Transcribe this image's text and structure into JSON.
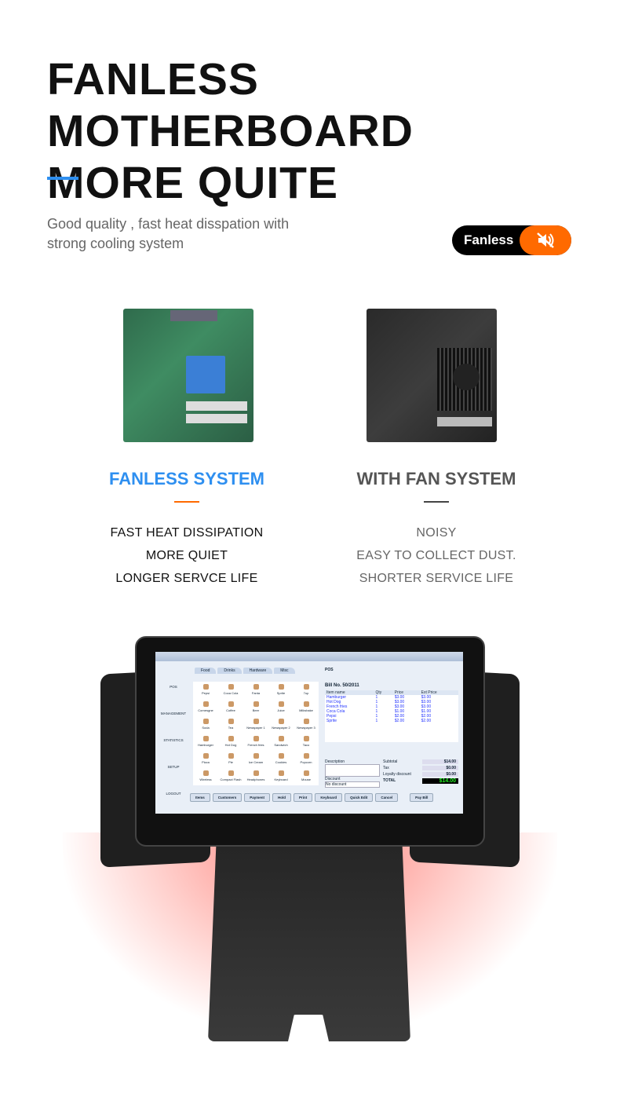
{
  "header": {
    "title_line1": "FANLESS MOTHERBOARD",
    "title_line2": "MORE QUITE",
    "subtitle_line1": "Good quality , fast heat disspation with",
    "subtitle_line2": "strong cooling system",
    "badge_label": "Fanless",
    "accent": "#2e8ff0",
    "badge_color": "#ff6a00"
  },
  "fanless": {
    "heading": "FANLESS SYSTEM",
    "points": [
      "FAST HEAT DISSIPATION",
      "MORE QUIET",
      "LONGER SERVCE LIFE"
    ]
  },
  "withfan": {
    "heading": "WITH FAN SYSTEM",
    "points": [
      "NOISY",
      "EASY TO COLLECT DUST.",
      "SHORTER SERVICE LIFE"
    ]
  },
  "pos": {
    "nav": [
      "POS",
      "MANAGEMENT",
      "STATISTICS",
      "SETUP",
      "LOGOUT"
    ],
    "tabs": [
      "Food",
      "Drinks",
      "Hardware",
      "Misc"
    ],
    "title": "POS",
    "bill_no": "Bill No. 50/2011",
    "items": [
      "Pepsi",
      "Coca Cola",
      "Fanta",
      "Sprite",
      "7up",
      "Cornesgne",
      "Coffee",
      "Beer",
      "Juice",
      "Milkshake",
      "Soda",
      "Tea",
      "Newspaper 1",
      "Newspaper 2",
      "Newspaper 3",
      "Hamburger",
      "Hot Dog",
      "French fries",
      "Sandwich",
      "Taco",
      "Pizza",
      "Pie",
      "Ice Cream",
      "Cookies",
      "Popcorn",
      "Wireless",
      "Compact Flash",
      "Headphones",
      "Keyboard",
      "Mouse"
    ],
    "columns": [
      "Item name",
      "Qty",
      "Price",
      "Ext Price"
    ],
    "rows": [
      [
        "Hamburger",
        "1",
        "$3.00",
        "$3.00"
      ],
      [
        "Hot Dog",
        "1",
        "$3.00",
        "$3.00"
      ],
      [
        "French fries",
        "1",
        "$3.00",
        "$3.00"
      ],
      [
        "Coca Cola",
        "1",
        "$1.00",
        "$1.00"
      ],
      [
        "Pepsi",
        "1",
        "$2.00",
        "$2.00"
      ],
      [
        "Sprite",
        "1",
        "$2.00",
        "$2.00"
      ]
    ],
    "description_label": "Description",
    "discount_label": "Discount",
    "discount_value": "No discount",
    "subtotal_label": "Subtotal",
    "subtotal": "$14.00",
    "tax_label": "Tax",
    "tax": "$0.00",
    "loyalty_label": "Loyalty discount",
    "loyalty": "$0.00",
    "total_label": "TOTAL",
    "total": "$14.00",
    "buttons": [
      "Items",
      "Customers",
      "Payment",
      "Hold",
      "Print",
      "Keyboard",
      "Quick Edit",
      "Cancel",
      "Pay Bill"
    ]
  }
}
